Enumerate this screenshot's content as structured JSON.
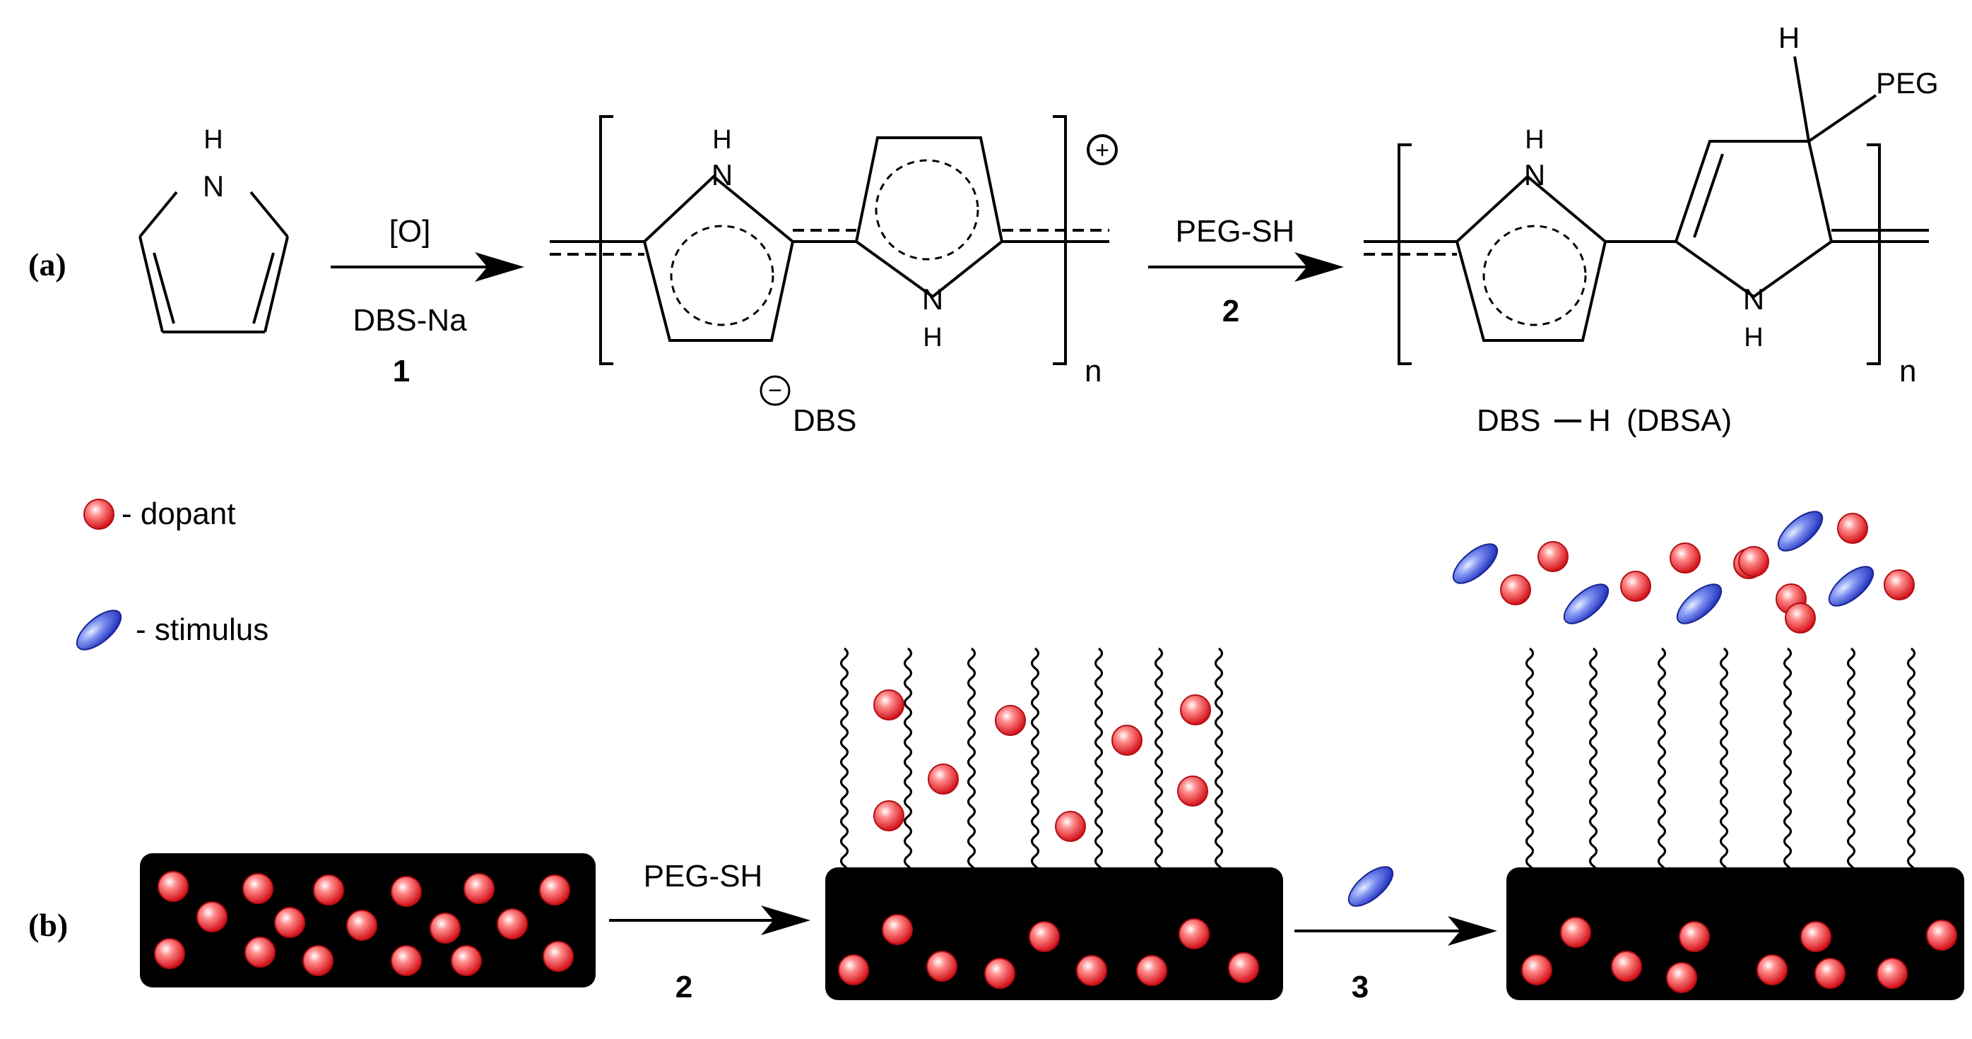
{
  "panel_a": {
    "label": "(a)",
    "step1": {
      "reagent": "[O]",
      "condition": "DBS-Na",
      "number": "1"
    },
    "step2": {
      "reagent": "PEG-SH",
      "number": "2"
    },
    "atoms": {
      "nh_n": "N",
      "nh_h": "H",
      "peg": "PEG",
      "h": "H"
    },
    "charge_plus": "+",
    "charge_minus": "−",
    "repeat_n": "n",
    "counterion": "DBS",
    "acid": {
      "left": "DBS",
      "right": "H",
      "name": "(DBSA)"
    }
  },
  "panel_b": {
    "label": "(b)",
    "legend": {
      "dopant": "- dopant",
      "stimulus": "- stimulus"
    },
    "step2": {
      "reagent": "PEG-SH",
      "number": "2"
    },
    "step3": {
      "number": "3"
    }
  },
  "colors": {
    "dopant": "#e8141c",
    "stimulus": "#2a3dd0",
    "film": "#000000"
  }
}
